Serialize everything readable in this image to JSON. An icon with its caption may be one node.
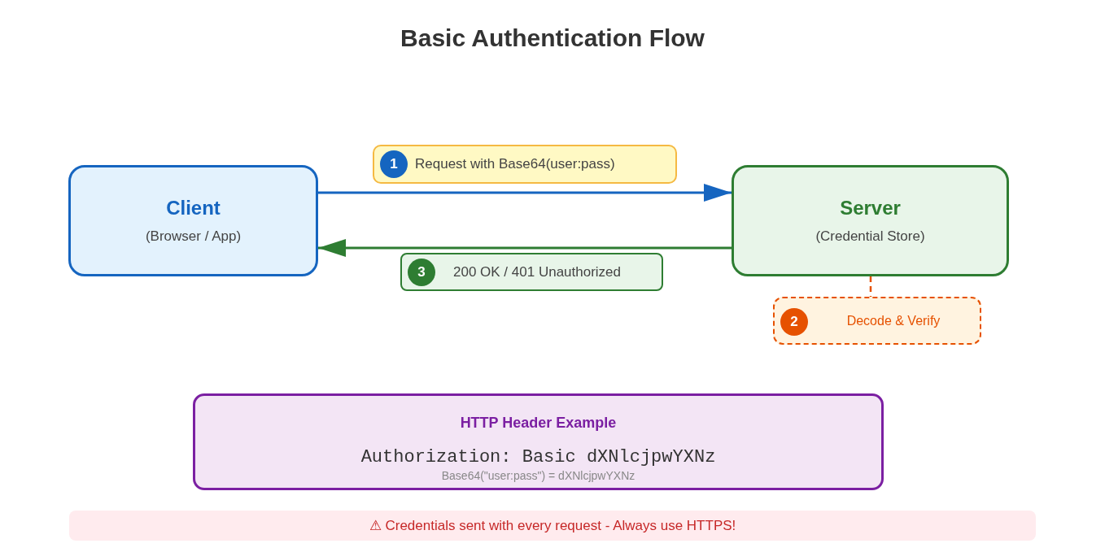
{
  "diagram": {
    "title": "Basic Authentication Flow",
    "nodes": [
      {
        "text": [
          "Client",
          "(Browser / App)"
        ]
      },
      {
        "text": [
          "Request with Base64(user:pass)"
        ]
      },
      {
        "text": [
          "1"
        ],
        "in": 1
      },
      {
        "text": [
          "Server",
          "(Credential Store)"
        ]
      },
      {
        "text": [
          "200 OK / 401 Unauthorized"
        ]
      },
      {
        "text": [
          "3"
        ],
        "in": 4
      },
      {
        "text": [
          "Decode & Verify"
        ]
      },
      {
        "text": [
          "2"
        ],
        "in": 6
      },
      {
        "text": [
          "HTTP Header Example",
          "Authorization: Basic dXNlcjpwYXNz",
          "Base64(\"user:pass\") = dXNlcjpwYXNz"
        ]
      },
      {
        "text": [
          "⚠ Credentials sent with every request - Always use HTTPS!"
        ]
      }
    ],
    "edges": [
      {
        "from": 0,
        "to": 3,
        "arrow": "to",
        "color": "#1565c0"
      },
      {
        "from": 3,
        "to": 0,
        "arrow": "to",
        "color": "#2e7d32"
      },
      {
        "from": 3,
        "to": 6,
        "arrow": "none",
        "style": "dashed",
        "color": "#e65100"
      }
    ]
  }
}
